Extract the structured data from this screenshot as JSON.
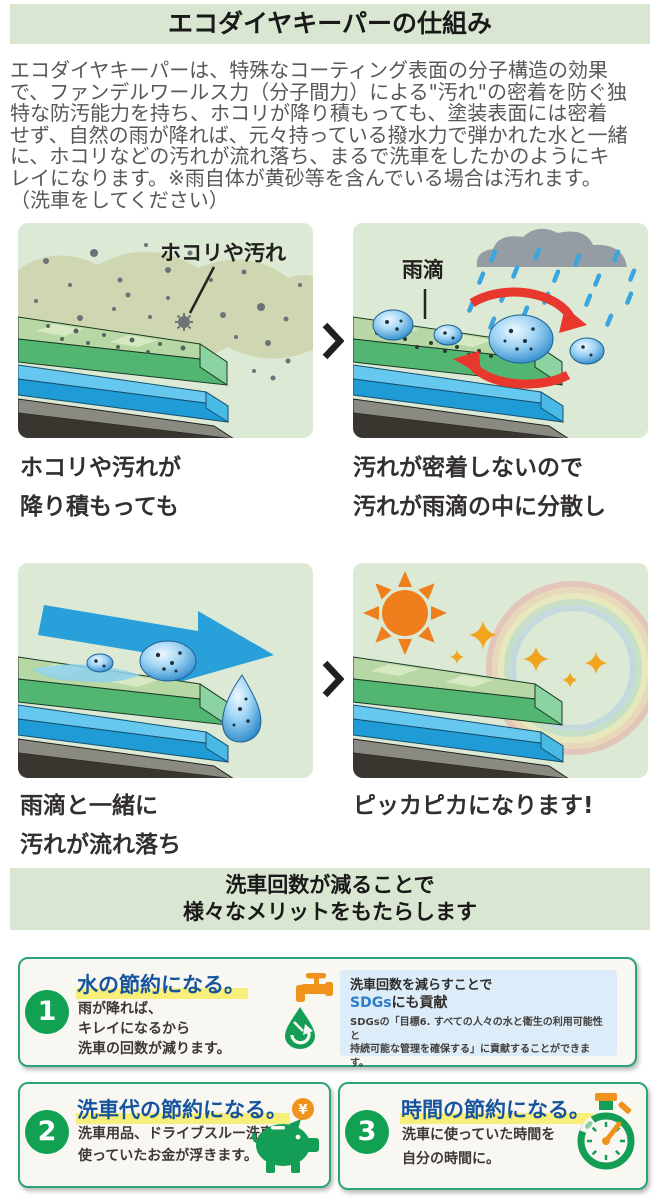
{
  "header": {
    "title": "エコダイヤキーパーの仕組み"
  },
  "intro": {
    "text": "エコダイヤキーパーは、特殊なコーティング表面の分子構造の効果\nで、ファンデルワールス力（分子間力）による\"汚れ\"の密着を防ぐ独\n特な防汚能力を持ち、ホコリが降り積もっても、塗装表面には密着\nせず、自然の雨が降れば、元々持っている撥水力で弾かれた水と一緒\nに、ホコリなどの汚れが流れ落ち、まるで洗車をしたかのようにキ\nレイになります。※雨自体が黄砂等を含んでいる場合は汚れます。\n（洗車をしてください）"
  },
  "diagram": {
    "panels": [
      {
        "label": "ホコリや汚れ",
        "caption": "ホコリや汚れが\n降り積もっても"
      },
      {
        "label": "雨滴",
        "caption": "汚れが密着しないので\n汚れが雨滴の中に分散し"
      },
      {
        "caption": "雨滴と一緒に\n汚れが流れ落ち"
      },
      {
        "caption": "ピッカピカになります!"
      }
    ]
  },
  "merits": {
    "band_title": "洗車回数が減ることで\n様々なメリットをもたらします",
    "items": [
      {
        "number": "1",
        "title": "水の節約になる。",
        "body": "雨が降れば、\nキレイになるから\n洗車の回数が減ります。",
        "sdgs": {
          "line1": "洗車回数を減らすことで",
          "line2_highlight": "SDGs",
          "line2_rest": "にも貢献",
          "note": "SDGsの「目標6. すべての人々の水と衛生の利用可能性と\n持続可能な管理を確保する」に貢献することができます。"
        }
      },
      {
        "number": "2",
        "title": "洗車代の節約になる。",
        "body": "洗車用品、ドライブスルー洗車に\n使っていたお金が浮きます。",
        "coin_symbol": "¥"
      },
      {
        "number": "3",
        "title": "時間の節約になる。",
        "body": "洗車に使っていた時間を\n自分の時間に。"
      }
    ]
  },
  "colors": {
    "band_green": "#d9e6d1",
    "panel_bg": "#dce9d4",
    "card_border": "#2ca478",
    "card_bg": "#f8f7f1",
    "heading_blue": "#17549e",
    "highlight_yellow": "#f8ef7a",
    "circle_green": "#12a053",
    "icon_green": "#149e55",
    "icon_orange": "#f0931d",
    "sdgs_box_blue": "#dcecf8",
    "sdgs_text_blue": "#2b7cc9",
    "rain_blue": "#3aa5de",
    "arrow_red": "#e8382d"
  }
}
